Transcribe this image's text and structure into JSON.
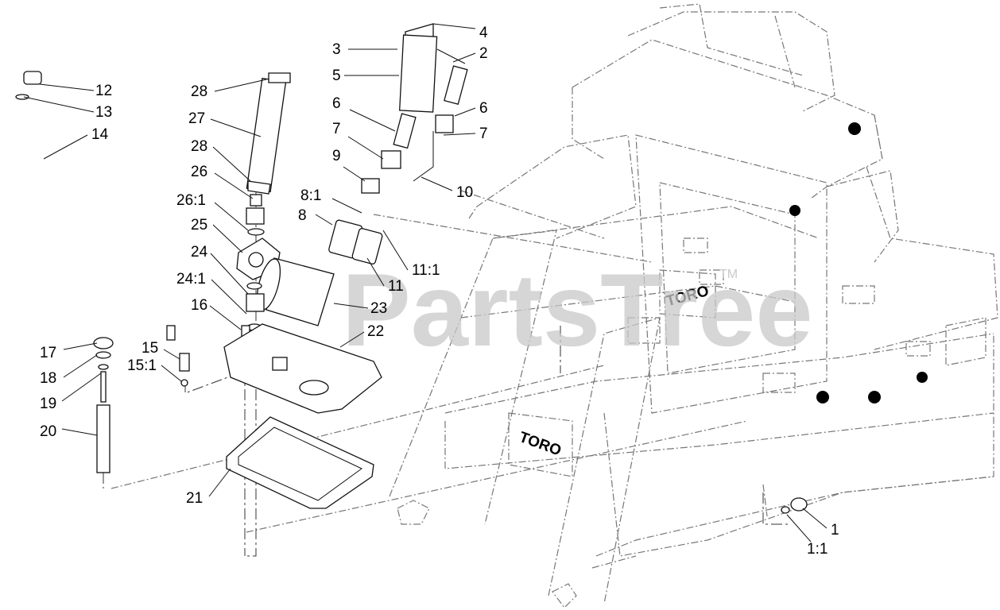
{
  "watermark": {
    "text": "PartsTree",
    "tm": "TM"
  },
  "frame_logos": [
    "TORO",
    "TORO"
  ],
  "callouts": [
    {
      "id": "c4",
      "text": "4"
    },
    {
      "id": "c3",
      "text": "3"
    },
    {
      "id": "c2",
      "text": "2"
    },
    {
      "id": "c5",
      "text": "5"
    },
    {
      "id": "c6a",
      "text": "6"
    },
    {
      "id": "c6b",
      "text": "6"
    },
    {
      "id": "c7a",
      "text": "7"
    },
    {
      "id": "c7b",
      "text": "7"
    },
    {
      "id": "c9",
      "text": "9"
    },
    {
      "id": "c10",
      "text": "10"
    },
    {
      "id": "c8_1",
      "text": "8:1"
    },
    {
      "id": "c8",
      "text": "8"
    },
    {
      "id": "c11_1",
      "text": "11:1"
    },
    {
      "id": "c11",
      "text": "11"
    },
    {
      "id": "c12",
      "text": "12"
    },
    {
      "id": "c13",
      "text": "13"
    },
    {
      "id": "c14",
      "text": "14"
    },
    {
      "id": "c28a",
      "text": "28"
    },
    {
      "id": "c27",
      "text": "27"
    },
    {
      "id": "c28b",
      "text": "28"
    },
    {
      "id": "c26",
      "text": "26"
    },
    {
      "id": "c26_1",
      "text": "26:1"
    },
    {
      "id": "c25",
      "text": "25"
    },
    {
      "id": "c24",
      "text": "24"
    },
    {
      "id": "c24_1",
      "text": "24:1"
    },
    {
      "id": "c16",
      "text": "16"
    },
    {
      "id": "c23",
      "text": "23"
    },
    {
      "id": "c22",
      "text": "22"
    },
    {
      "id": "c17",
      "text": "17"
    },
    {
      "id": "c18",
      "text": "18"
    },
    {
      "id": "c15",
      "text": "15"
    },
    {
      "id": "c15_1",
      "text": "15:1"
    },
    {
      "id": "c19",
      "text": "19"
    },
    {
      "id": "c20",
      "text": "20"
    },
    {
      "id": "c21",
      "text": "21"
    },
    {
      "id": "c1",
      "text": "1"
    },
    {
      "id": "c1_1",
      "text": "1:1"
    }
  ]
}
